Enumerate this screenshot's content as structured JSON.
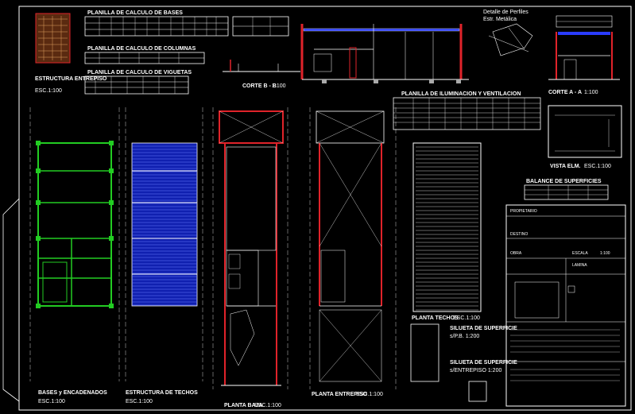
{
  "sheet": {
    "background": "#000000",
    "line_color": "#ffffff",
    "wall_color": "#e0232a",
    "beam_color": "#2a3cff",
    "footing_color": "#22cc22"
  },
  "drawings": {
    "bases": {
      "title": "BASES y ENCADENADOS",
      "scale": "ESC.1:100"
    },
    "techos": {
      "title": "ESTRUCTURA DE TECHOS",
      "scale": "ESC.1:100"
    },
    "planta_baja": {
      "title": "PLANTA BAJA",
      "scale": "ESC.1:100"
    },
    "planta_entrepiso": {
      "title": "PLANTA ENTREPISO",
      "scale": "ESC.1:100"
    },
    "planta_techos": {
      "title": "PLANTA TECHOS",
      "scale": "ESC.1:100"
    },
    "corte_bb": {
      "title": "CORTE B - B",
      "scale": "1:100"
    },
    "corte_aa": {
      "title": "CORTE A - A",
      "scale": "1:100"
    },
    "vista_elm": {
      "title": "VISTA ELM.",
      "scale": "ESC.1:100"
    },
    "estructura_entrepiso": {
      "title": "ESTRUCTURA ENTREPISO",
      "scale": "ESC.1:100"
    },
    "detalle": {
      "title": "Detalle de Perfiles",
      "subtitle": "Estr. Metálica"
    }
  },
  "tables": {
    "bases": "PLANILLA DE CALCULO DE BASES",
    "columnas": "PLANILLA DE CALCULO DE COLUMNAS",
    "viguetas": "PLANILLA DE CALCULO DE VIGUETAS",
    "iluminacion": "PLANILLA DE ILUMINACION Y VENTILACION",
    "superficies": "BALANCE DE SUPERFICIES"
  },
  "siluetas": {
    "pb": {
      "title": "SILUETA DE SUPERFICIE",
      "sub": "s/P.B.  1:200"
    },
    "entrepiso": {
      "title": "SILUETA DE SUPERFICIE",
      "sub": "s/ENTREPISO 1:200"
    }
  },
  "title_block": {
    "propietario_label": "PROPIETARIO",
    "destino_label": "DESTINO",
    "obra_label": "OBRA",
    "escala_label": "ESCALA",
    "escala_value": "1:100",
    "lamina_label": "LAMINA"
  }
}
